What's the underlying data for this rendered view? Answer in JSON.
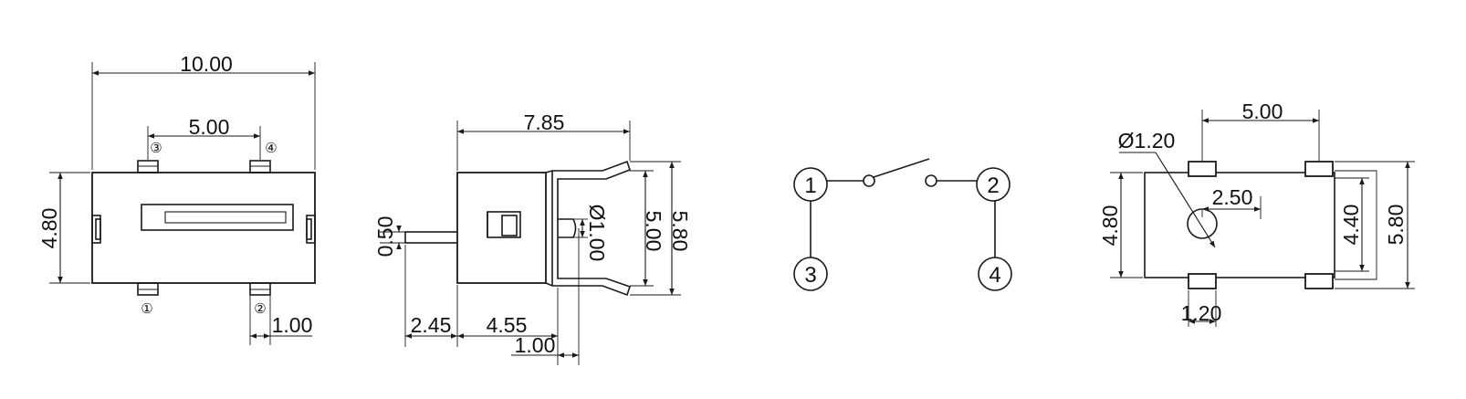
{
  "top_view": {
    "width": "10.00",
    "pin_pitch": "5.00",
    "height": "4.80",
    "pad_width": "1.00",
    "pins": [
      "①",
      "②",
      "③",
      "④"
    ]
  },
  "side_view": {
    "overall": "7.85",
    "hole_dia": "Ø1.00",
    "inner_height": "5.00",
    "outer_height": "5.80",
    "lever_thickness": "0.50",
    "lever_length": "2.45",
    "body_length": "4.55",
    "bracket_thickness": "1.00"
  },
  "schematic": {
    "pins": [
      "1",
      "2",
      "3",
      "4"
    ]
  },
  "pcb_footprint": {
    "pad_pitch": "5.00",
    "hole_dia": "Ø1.20",
    "hole_offset": "2.50",
    "height": "4.80",
    "inner_span": "4.40",
    "outer_span": "5.80",
    "pad_width": "1.20"
  }
}
